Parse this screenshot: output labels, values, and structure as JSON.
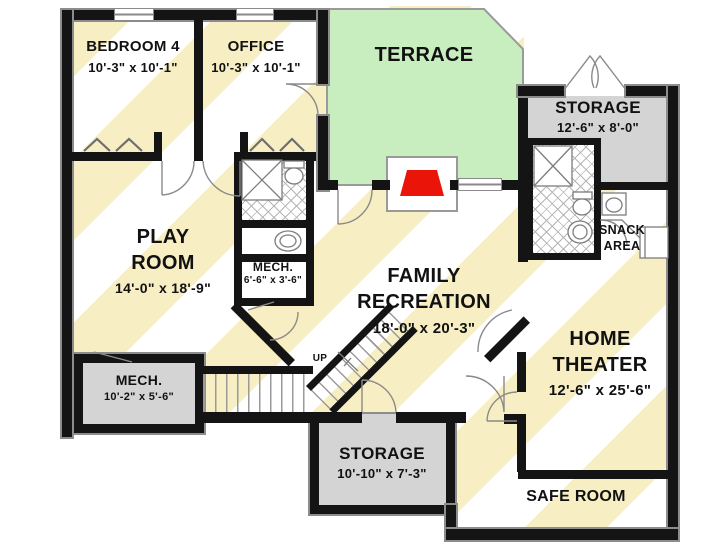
{
  "title": "Basement floor plan",
  "colors": {
    "stripe_yellow": "#f7efc3",
    "terrace_green": "#c8edbe",
    "gray_room": "#d4d4d4",
    "wall_black": "#141414",
    "fireplace_red": "#ea1508",
    "fixture_line": "#8a8a8a"
  },
  "rooms": {
    "bedroom4": {
      "name": "BEDROOM 4",
      "dims": "10'-3\" x 10'-1\""
    },
    "office": {
      "name": "OFFICE",
      "dims": "10'-3\" x 10'-1\""
    },
    "terrace": {
      "name": "TERRACE"
    },
    "storage_upper": {
      "name": "STORAGE",
      "dims": "12'-6\" x 8'-0\""
    },
    "play_room": {
      "line1": "PLAY",
      "line2": "ROOM",
      "dims": "14'-0\" x 18'-9\""
    },
    "mech_small": {
      "name": "MECH.",
      "dims": "6'-6\" x 3'-6\""
    },
    "family_recreation": {
      "line1": "FAMILY",
      "line2": "RECREATION",
      "dims": "18'-0\" x 20'-3\""
    },
    "snack_area": {
      "line1": "SNACK",
      "line2": "AREA"
    },
    "home_theater": {
      "line1": "HOME",
      "line2": "THEATER",
      "dims": "12'-6\" x 25'-6\""
    },
    "mech_lower": {
      "name": "MECH.",
      "dims": "10'-2\" x 5'-6\""
    },
    "storage_lower": {
      "name": "STORAGE",
      "dims": "10'-10\" x 7'-3\""
    },
    "safe_room": {
      "name": "SAFE ROOM"
    },
    "stairs": {
      "label": "UP"
    }
  },
  "fixtures": [
    "shower",
    "toilet",
    "sink",
    "pedestal-sink",
    "refrigerator",
    "fireplace",
    "stairs",
    "closet-rod",
    "french-doors",
    "window",
    "door"
  ]
}
